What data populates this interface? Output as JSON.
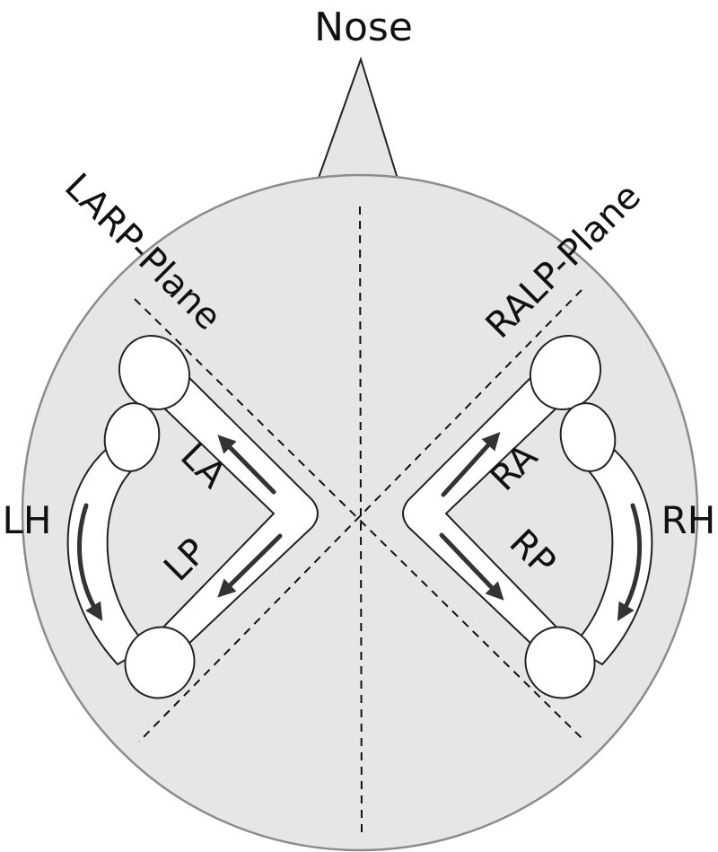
{
  "labels": {
    "nose": "Nose",
    "larp_plane": "LARP-Plane",
    "ralp_plane": "RALP-Plane",
    "left_horizontal": "LH",
    "right_horizontal": "RH",
    "left_anterior": "LA",
    "left_posterior": "LP",
    "right_anterior": "RA",
    "right_posterior": "RP"
  },
  "colors": {
    "head_fill": "#e6e6e6",
    "head_stroke": "#8c8c8c",
    "canal_fill": "#ffffff",
    "outline": "#222222",
    "arrow": "#333333"
  }
}
